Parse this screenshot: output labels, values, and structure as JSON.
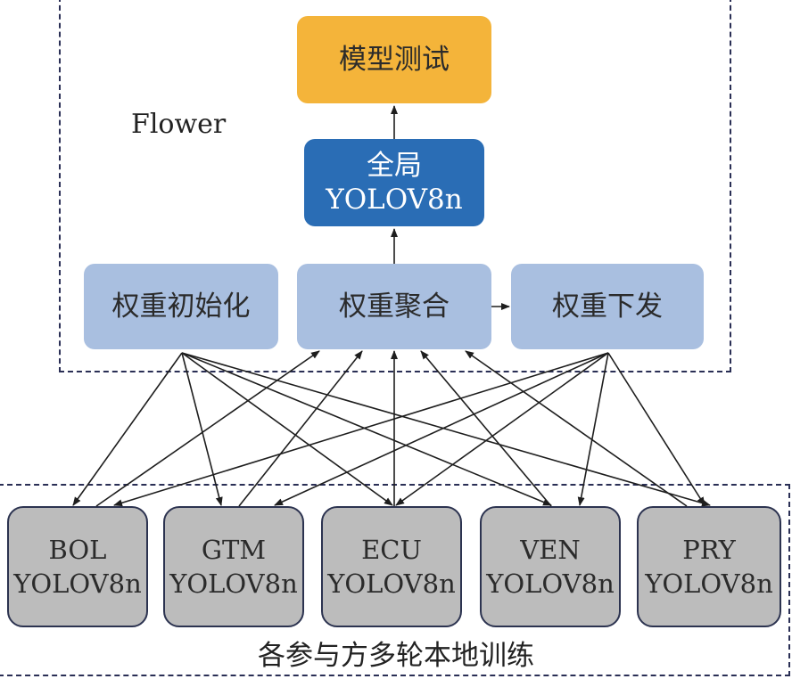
{
  "flower_label": "Flower",
  "test_box": {
    "label": "模型测试"
  },
  "global_box": {
    "line1": "全局",
    "line2": "YOLOV8n"
  },
  "weight_nodes": {
    "init": "权重初始化",
    "aggregate": "权重聚合",
    "distribute": "权重下发"
  },
  "clients": [
    {
      "name": "BOL",
      "model": "YOLOV8n"
    },
    {
      "name": "GTM",
      "model": "YOLOV8n"
    },
    {
      "name": "ECU",
      "model": "YOLOV8n"
    },
    {
      "name": "VEN",
      "model": "YOLOV8n"
    },
    {
      "name": "PRY",
      "model": "YOLOV8n"
    }
  ],
  "bottom_caption": "各参与方多轮本地训练",
  "colors": {
    "test": "#f4b43a",
    "global": "#2a6db5",
    "weight": "#a9bfe0",
    "client": "#bcbcbc",
    "border": "#2c3350"
  }
}
